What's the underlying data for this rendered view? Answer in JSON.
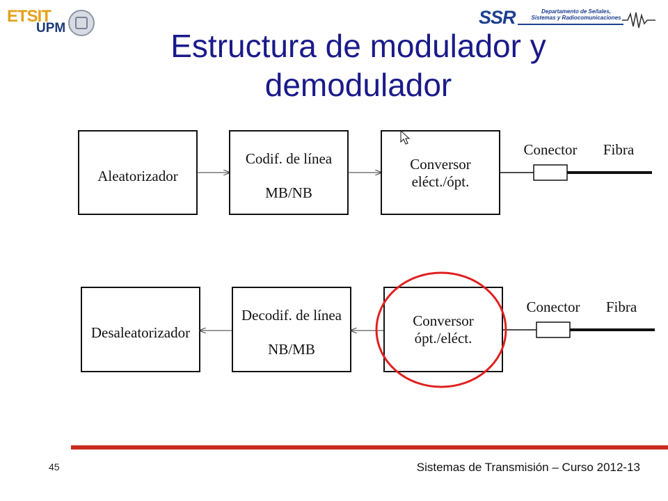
{
  "header": {
    "logo_etsit": "ETSIT",
    "logo_upm": "UPM",
    "logo_ssr": "SSR",
    "dept_line1": "Departamento de Señales,",
    "dept_line2": "Sistemas y Radiocomunicaciones"
  },
  "slide": {
    "title_line1": "Estructura de modulador y",
    "title_line2": "demodulador"
  },
  "diagram": {
    "modulator": {
      "block1": "Aleatorizador",
      "block2_line1": "Codif. de línea",
      "block2_line2": "MB/NB",
      "block3_line1": "Conversor",
      "block3_line2": "eléct./ópt.",
      "connector_label": "Conector",
      "fiber_label": "Fibra"
    },
    "demodulator": {
      "block1": "Desaleatorizador",
      "block2_line1": "Decodif. de línea",
      "block2_line2": "NB/MB",
      "block3_line1": "Conversor",
      "block3_line2": "ópt./eléct.",
      "connector_label": "Conector",
      "fiber_label": "Fibra"
    },
    "highlight_color": "#e02020"
  },
  "footer": {
    "slide_number": "45",
    "course": "Sistemas de Transmisión – Curso 2012-13",
    "bar_color": "#cc2a1e"
  }
}
